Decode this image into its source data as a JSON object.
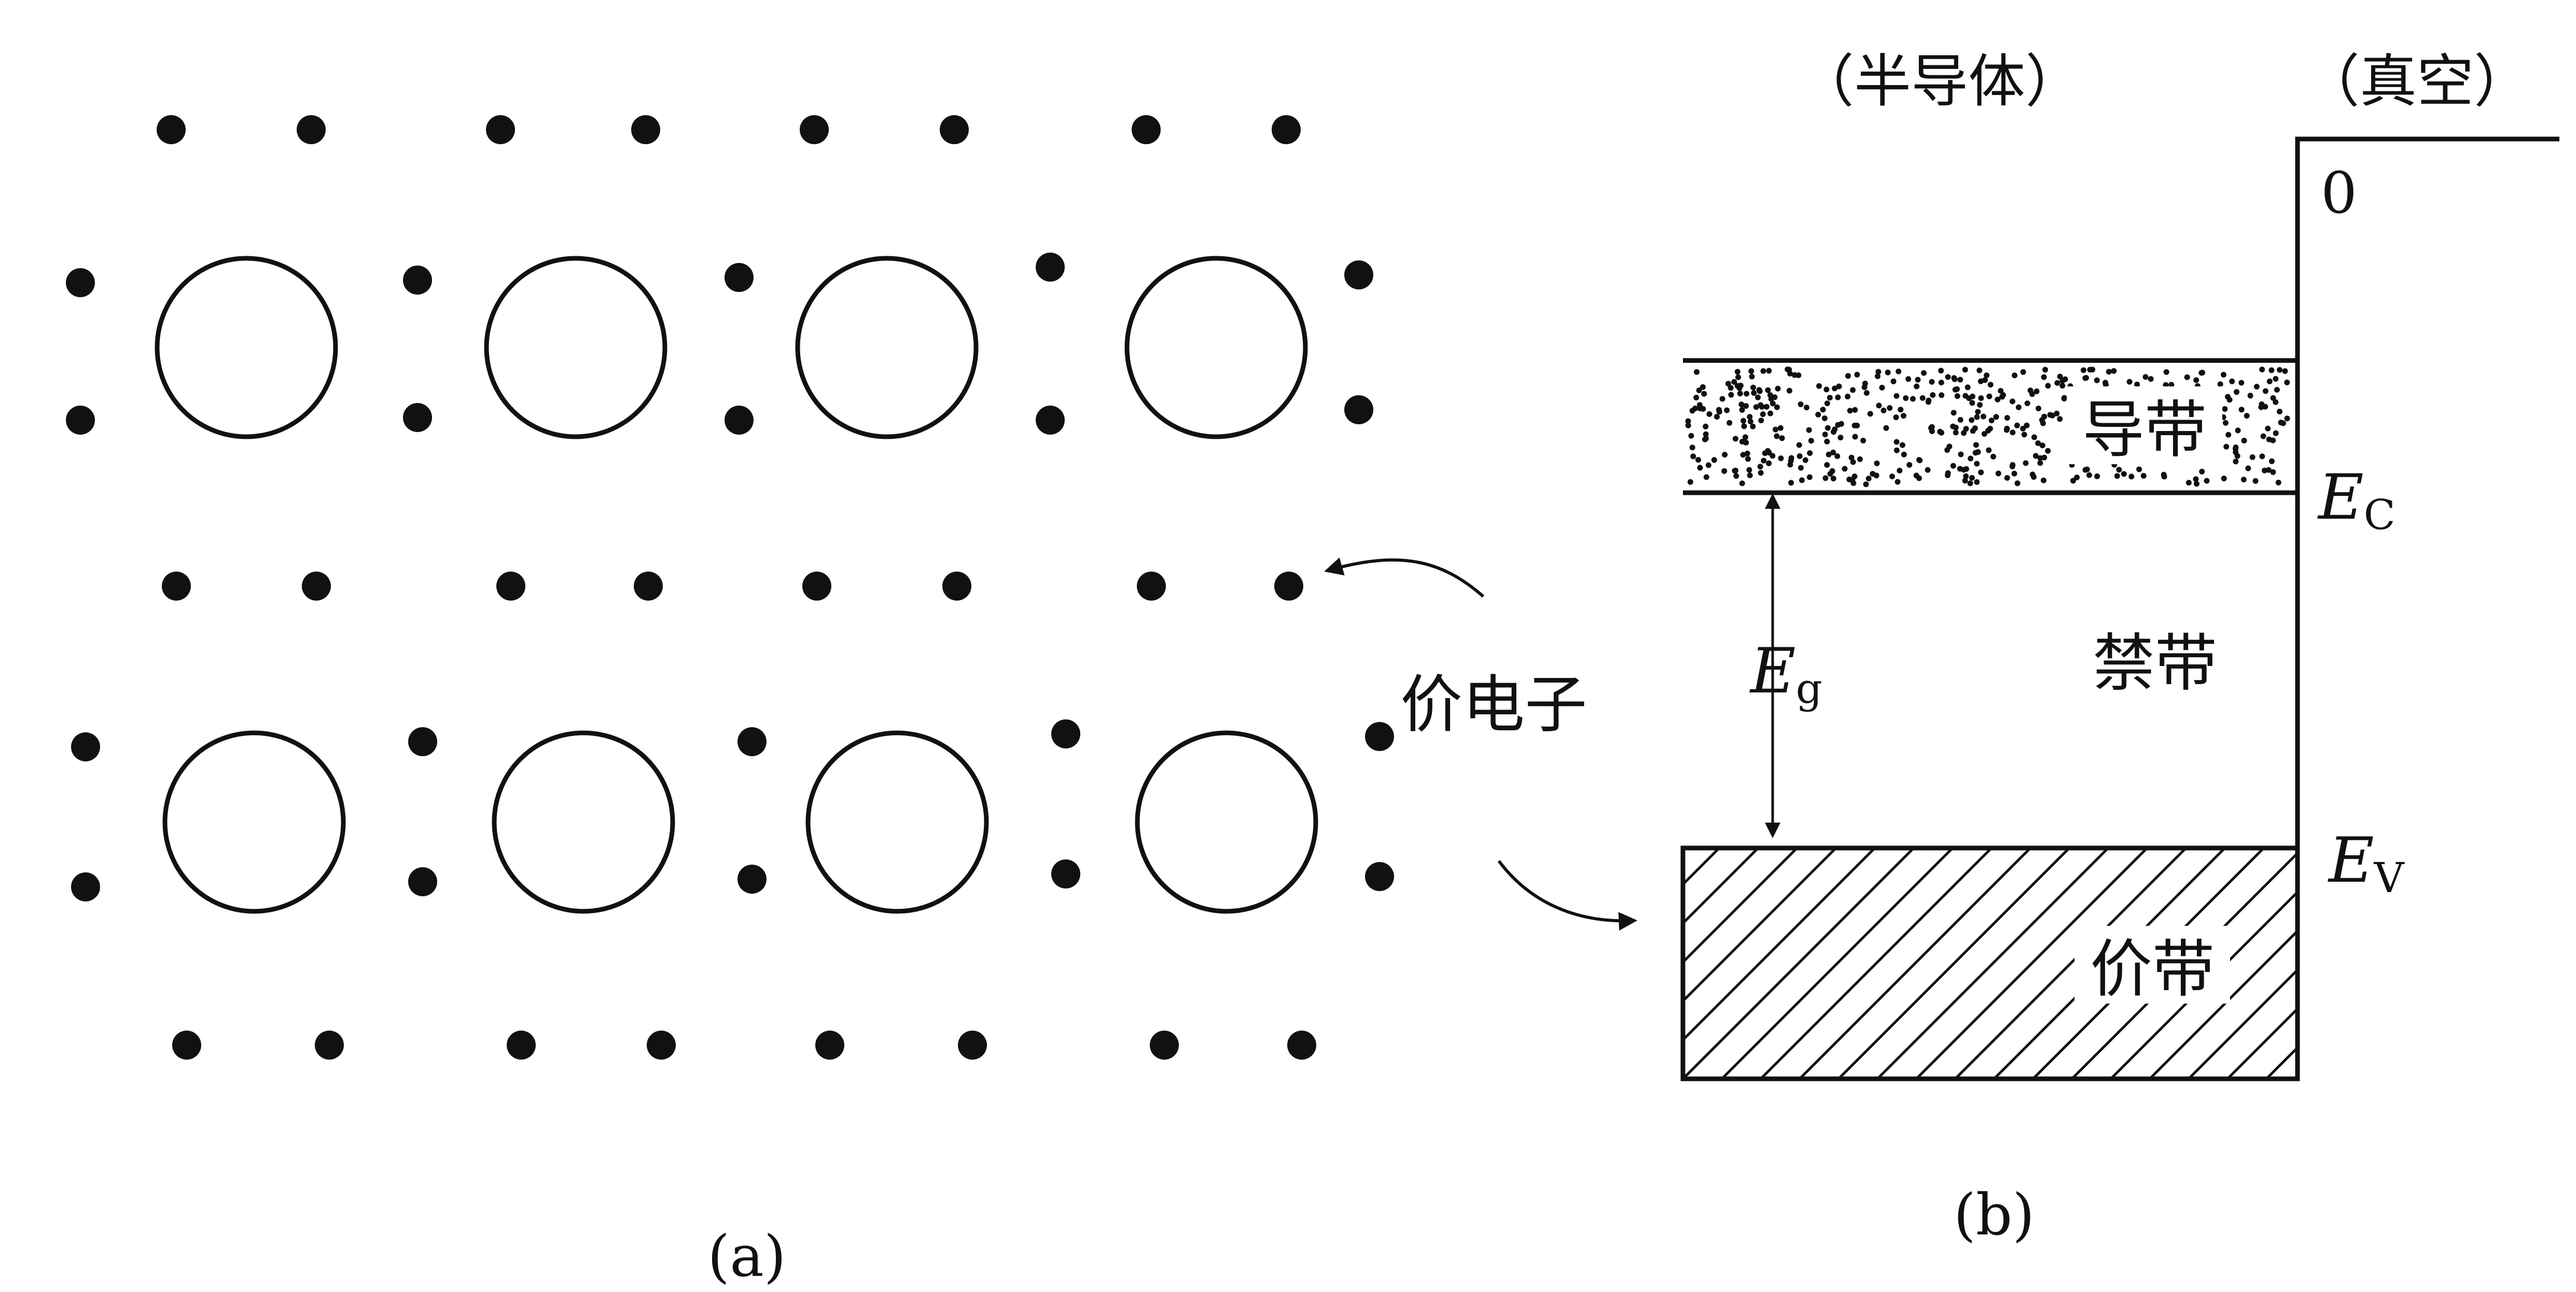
{
  "panel_a": {
    "label": "(a)",
    "valence_electron_label": "价电子"
  },
  "panel_b": {
    "label": "(b)",
    "semiconductor_label": "（半导体）",
    "vacuum_label": "（真空）",
    "vacuum_level_value": "0",
    "conduction_band_label": "导带",
    "forbidden_band_label": "禁带",
    "valence_band_label": "价带",
    "ec_main": "E",
    "ec_sub": "C",
    "ev_main": "E",
    "ev_sub": "V",
    "eg_main": "E",
    "eg_sub": "g"
  }
}
